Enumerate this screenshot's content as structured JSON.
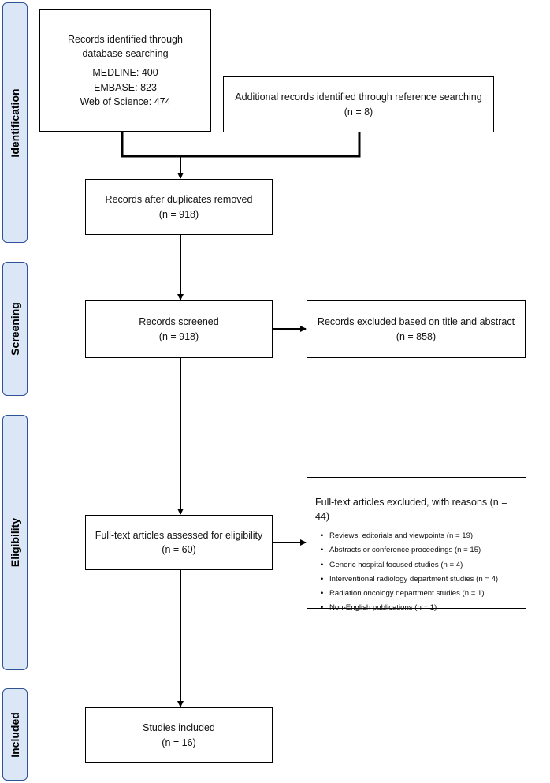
{
  "phases": {
    "identification": "Identification",
    "screening": "Screening",
    "eligibility": "Eligibility",
    "included": "Included"
  },
  "identification": {
    "database": {
      "line1": "Records identified through",
      "line2": "database searching",
      "medline": "MEDLINE: 400",
      "embase": "EMBASE: 823",
      "wos": "Web of Science: 474"
    },
    "reference": {
      "line1": "Additional records identified through reference searching",
      "count": "(n = 8)"
    },
    "deduplicated": {
      "line1": "Records after duplicates removed",
      "count": "(n = 918)"
    }
  },
  "screening": {
    "screened": {
      "line1": "Records screened",
      "count": "(n = 918)"
    },
    "excluded": {
      "line1": "Records excluded based on title and abstract",
      "count": "(n = 858)"
    }
  },
  "eligibility": {
    "assessed": {
      "line1": "Full-text articles assessed for eligibility",
      "count": "(n = 60)"
    },
    "excluded": {
      "heading": "Full-text articles excluded, with reasons (n = 44)",
      "reasons": [
        "Reviews, editorials and viewpoints (n = 19)",
        "Abstracts or conference proceedings (n = 15)",
        "Generic hospital focused studies (n = 4)",
        "Interventional radiology department studies (n = 4)",
        "Radiation oncology department studies (n = 1)",
        "Non-English publications (n = 1)"
      ]
    }
  },
  "included": {
    "studies": {
      "line1": "Studies included",
      "count": "(n = 16)"
    }
  }
}
